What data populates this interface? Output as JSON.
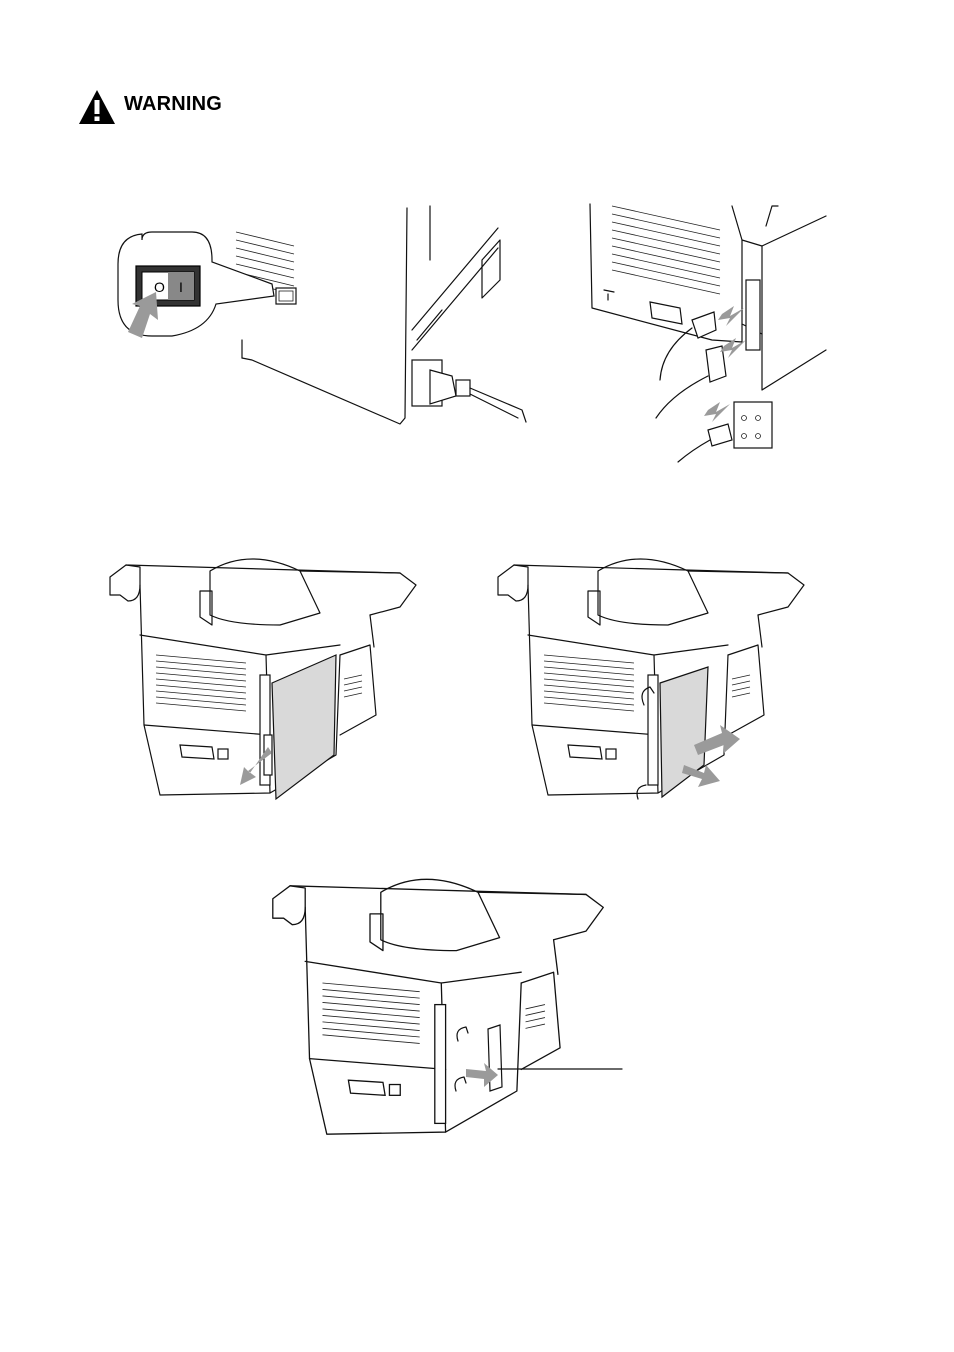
{
  "warning": {
    "label": "WARNING",
    "icon": "warning-triangle-icon"
  },
  "figures": [
    {
      "id": "power-switch-off",
      "switch_labels": [
        "O",
        "I"
      ]
    },
    {
      "id": "unplug-cables"
    },
    {
      "id": "remove-side-cover-screw"
    },
    {
      "id": "remove-side-cover"
    },
    {
      "id": "interface-slot-cover-removal"
    }
  ],
  "colors": {
    "arrow": "#9a9a9a",
    "panel": "#d9d9d9",
    "line": "#111111"
  }
}
